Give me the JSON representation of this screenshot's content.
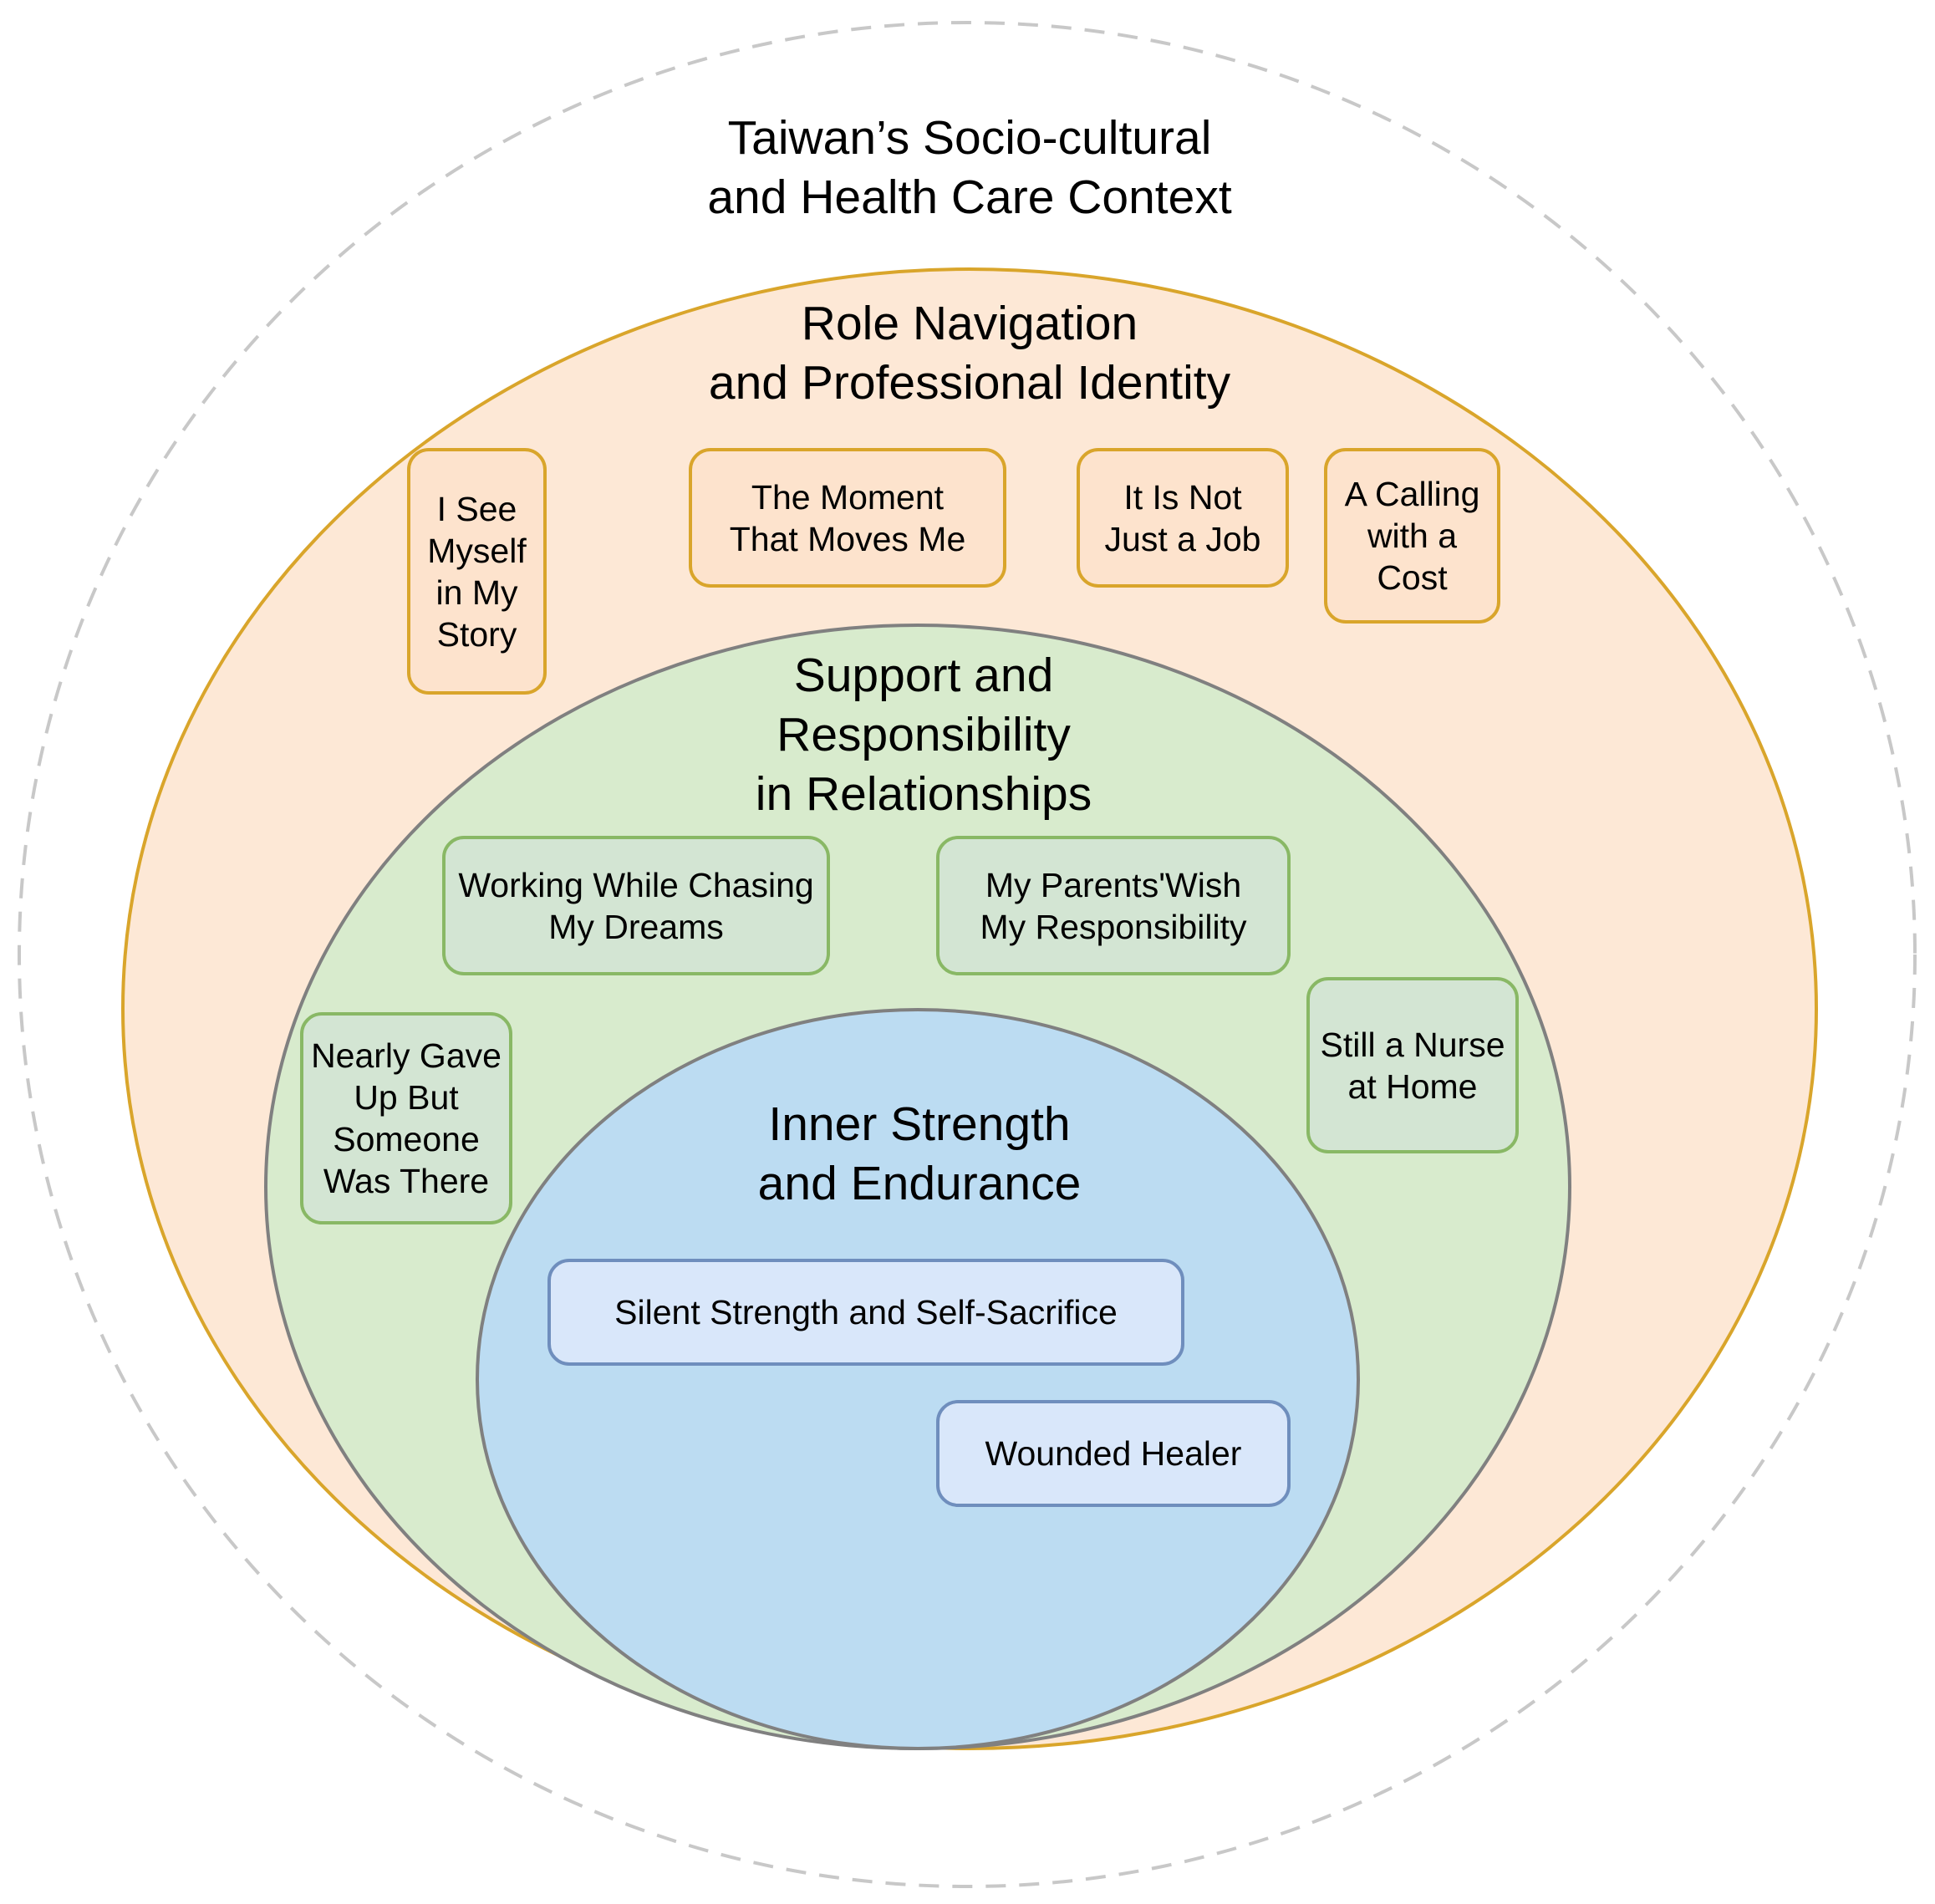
{
  "diagram": {
    "context": {
      "title": "Taiwan’s Socio-cultural\nand Health Care Context",
      "border_color": "#c8c8c8"
    },
    "role_layer": {
      "title": "Role Navigation\nand Professional Identity",
      "fill": "#fde8d6",
      "border_color": "#d9a52b",
      "themes": [
        "I See\nMyself\nin My\nStory",
        "The Moment\nThat Moves Me",
        "It Is Not\nJust a Job",
        "A Calling\nwith a\nCost"
      ]
    },
    "support_layer": {
      "title": "Support and\nResponsibility\nin Relationships",
      "fill": "#d8ebcd",
      "border_color": "#808080",
      "themes": [
        "Working While Chasing\nMy Dreams",
        "My Parents'Wish\nMy Responsibility",
        "Nearly Gave\nUp But\nSomeone\nWas There",
        "Still a Nurse\nat Home"
      ]
    },
    "inner_layer": {
      "title": "Inner Strength\nand Endurance",
      "fill": "#bcdcf2",
      "border_color": "#808080",
      "themes": [
        "Silent Strength and Self-Sacrifice",
        "Wounded Healer"
      ]
    },
    "box_colors": {
      "role_fill": "#fde3cd",
      "role_border": "#d9a52b",
      "support_fill": "#d3e5d3",
      "support_border": "#89b865",
      "inner_fill": "#d9e7fa",
      "inner_border": "#6f8ebd"
    }
  }
}
